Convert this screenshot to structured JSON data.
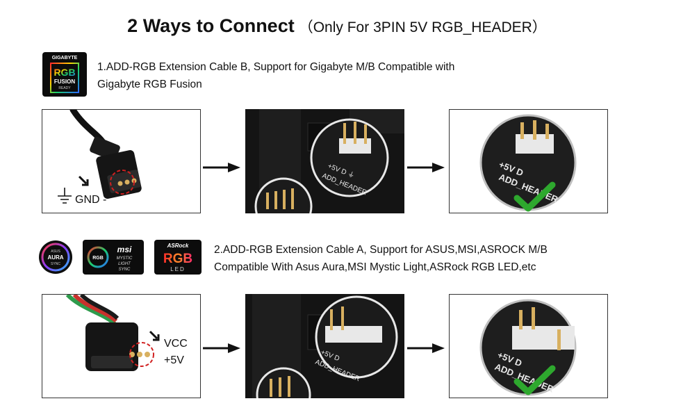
{
  "title": {
    "main": "2 Ways to Connect",
    "sub": "（Only For 3PIN 5V RGB_HEADER）"
  },
  "section1": {
    "description_line1": "1.ADD-RGB Extension Cable B, Support for Gigabyte M/B Compatible with",
    "description_line2": "Gigabyte RGB Fusion",
    "logo": {
      "brand": "GIGABYTE",
      "line1": "RGB",
      "line2": "FUSION",
      "line3": "READY"
    },
    "cable_label": "GND -",
    "header_label": "+5V D ⏚",
    "header_name": "ADD_HEADER",
    "result_label": "+5V D",
    "result_name": "ADD_HEADER"
  },
  "section2": {
    "description_line1": "2.ADD-RGB Extension Cable A, Support for ASUS,MSI,ASROCK M/B",
    "description_line2": "Compatible With Asus Aura,MSI Mystic Light,ASRock RGB LED,etc",
    "logos": {
      "asus": {
        "top": "ASUS",
        "middle": "AURA",
        "bottom": "SYNC"
      },
      "msi": {
        "badge": "RGB",
        "brand": "msi",
        "line1": "MYSTIC",
        "line2": "LIGHT",
        "line3": "SYNC"
      },
      "asrock": {
        "brand": "ASRock",
        "line1": "RGB",
        "line2": "LED"
      }
    },
    "cable_label_vcc": "VCC",
    "cable_label_5v": "+5V",
    "header_label": "+5V D",
    "header_name": "ADD_HEADER",
    "result_label": "+5V D",
    "result_name": "ADD_HEADER"
  },
  "colors": {
    "accent_red": "#d02020",
    "check_green": "#2ea82e",
    "board_dark": "#141414"
  },
  "icons": [
    "arrow-right-icon",
    "check-icon",
    "ground-icon",
    "pointer-arrow-icon"
  ]
}
